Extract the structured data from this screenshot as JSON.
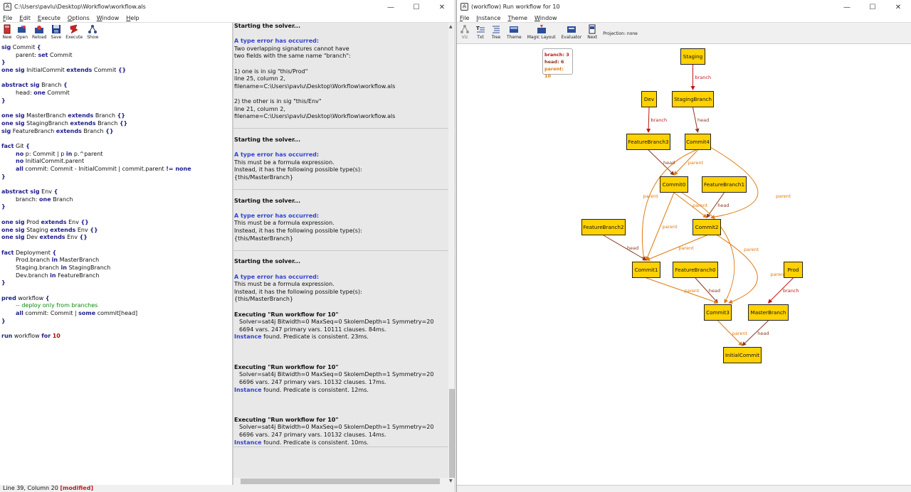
{
  "editor": {
    "title": "C:\\Users\\pavlu\\Desktop\\Workflow\\workflow.als",
    "menu": [
      "File",
      "Edit",
      "Execute",
      "Options",
      "Window",
      "Help"
    ],
    "toolbar": [
      "New",
      "Open",
      "Reload",
      "Save",
      "Execute",
      "Show"
    ],
    "status": "Line 39, Column 20",
    "status_modified": "[modified]"
  },
  "window_controls": {
    "minimize": "—",
    "maximize": "☐",
    "close": "✕"
  },
  "code_lines": [
    [
      {
        "k": "kw",
        "t": "sig"
      },
      {
        "k": "",
        "t": " Commit "
      },
      {
        "k": "kw",
        "t": "{"
      }
    ],
    [
      {
        "k": "ind",
        "t": ""
      },
      {
        "k": "",
        "t": "parent: "
      },
      {
        "k": "kw",
        "t": "set"
      },
      {
        "k": "",
        "t": " Commit"
      }
    ],
    [
      {
        "k": "kw",
        "t": "}"
      }
    ],
    [
      {
        "k": "kw",
        "t": "one sig"
      },
      {
        "k": "",
        "t": " InitialCommit "
      },
      {
        "k": "kw",
        "t": "extends"
      },
      {
        "k": "",
        "t": " Commit "
      },
      {
        "k": "kw",
        "t": "{}"
      }
    ],
    [],
    [
      {
        "k": "kw",
        "t": "abstract sig"
      },
      {
        "k": "",
        "t": " Branch "
      },
      {
        "k": "kw",
        "t": "{"
      }
    ],
    [
      {
        "k": "ind",
        "t": ""
      },
      {
        "k": "",
        "t": "head: "
      },
      {
        "k": "kw",
        "t": "one"
      },
      {
        "k": "",
        "t": " Commit"
      }
    ],
    [
      {
        "k": "kw",
        "t": "}"
      }
    ],
    [],
    [
      {
        "k": "kw",
        "t": "one sig"
      },
      {
        "k": "",
        "t": " MasterBranch "
      },
      {
        "k": "kw",
        "t": "extends"
      },
      {
        "k": "",
        "t": " Branch "
      },
      {
        "k": "kw",
        "t": "{}"
      }
    ],
    [
      {
        "k": "kw",
        "t": "one sig"
      },
      {
        "k": "",
        "t": " StagingBranch "
      },
      {
        "k": "kw",
        "t": "extends"
      },
      {
        "k": "",
        "t": " Branch "
      },
      {
        "k": "kw",
        "t": "{}"
      }
    ],
    [
      {
        "k": "kw",
        "t": "sig"
      },
      {
        "k": "",
        "t": " FeatureBranch "
      },
      {
        "k": "kw",
        "t": "extends"
      },
      {
        "k": "",
        "t": " Branch "
      },
      {
        "k": "kw",
        "t": "{}"
      }
    ],
    [],
    [
      {
        "k": "kw",
        "t": "fact"
      },
      {
        "k": "",
        "t": " Git "
      },
      {
        "k": "kw",
        "t": "{"
      }
    ],
    [
      {
        "k": "ind",
        "t": ""
      },
      {
        "k": "kw",
        "t": "no"
      },
      {
        "k": "",
        "t": " p: Commit | p "
      },
      {
        "k": "kw",
        "t": "in"
      },
      {
        "k": "",
        "t": " p.^parent"
      }
    ],
    [
      {
        "k": "ind",
        "t": ""
      },
      {
        "k": "kw",
        "t": "no"
      },
      {
        "k": "",
        "t": " InitialCommit.parent"
      }
    ],
    [
      {
        "k": "ind",
        "t": ""
      },
      {
        "k": "kw",
        "t": "all"
      },
      {
        "k": "",
        "t": " commit: Commit - InitialCommit | commit.parent "
      },
      {
        "k": "kw",
        "t": "!= none"
      }
    ],
    [
      {
        "k": "kw",
        "t": "}"
      }
    ],
    [],
    [
      {
        "k": "kw",
        "t": "abstract sig"
      },
      {
        "k": "",
        "t": " Env "
      },
      {
        "k": "kw",
        "t": "{"
      }
    ],
    [
      {
        "k": "ind",
        "t": ""
      },
      {
        "k": "",
        "t": "branch: "
      },
      {
        "k": "kw",
        "t": "one"
      },
      {
        "k": "",
        "t": " Branch"
      }
    ],
    [
      {
        "k": "kw",
        "t": "}"
      }
    ],
    [],
    [
      {
        "k": "kw",
        "t": "one sig"
      },
      {
        "k": "",
        "t": " Prod "
      },
      {
        "k": "kw",
        "t": "extends"
      },
      {
        "k": "",
        "t": " Env "
      },
      {
        "k": "kw",
        "t": "{}"
      }
    ],
    [
      {
        "k": "kw",
        "t": "one sig"
      },
      {
        "k": "",
        "t": " Staging "
      },
      {
        "k": "kw",
        "t": "extends"
      },
      {
        "k": "",
        "t": " Env "
      },
      {
        "k": "kw",
        "t": "{}"
      }
    ],
    [
      {
        "k": "kw",
        "t": "one sig"
      },
      {
        "k": "",
        "t": " Dev "
      },
      {
        "k": "kw",
        "t": "extends"
      },
      {
        "k": "",
        "t": " Env "
      },
      {
        "k": "kw",
        "t": "{}"
      }
    ],
    [],
    [
      {
        "k": "kw",
        "t": "fact"
      },
      {
        "k": "",
        "t": " Deployment "
      },
      {
        "k": "kw",
        "t": "{"
      }
    ],
    [
      {
        "k": "ind",
        "t": ""
      },
      {
        "k": "",
        "t": "Prod.branch "
      },
      {
        "k": "kw",
        "t": "in"
      },
      {
        "k": "",
        "t": " MasterBranch"
      }
    ],
    [
      {
        "k": "ind",
        "t": ""
      },
      {
        "k": "",
        "t": "Staging.branch "
      },
      {
        "k": "kw",
        "t": "in"
      },
      {
        "k": "",
        "t": " StagingBranch"
      }
    ],
    [
      {
        "k": "ind",
        "t": ""
      },
      {
        "k": "",
        "t": "Dev.branch "
      },
      {
        "k": "kw",
        "t": "in"
      },
      {
        "k": "",
        "t": " FeatureBranch"
      }
    ],
    [
      {
        "k": "kw",
        "t": "}"
      }
    ],
    [],
    [
      {
        "k": "kw",
        "t": "pred"
      },
      {
        "k": "",
        "t": " workflow "
      },
      {
        "k": "kw",
        "t": "{"
      }
    ],
    [
      {
        "k": "ind",
        "t": ""
      },
      {
        "k": "cm",
        "t": "-- deploy only from branches"
      }
    ],
    [
      {
        "k": "ind",
        "t": ""
      },
      {
        "k": "kw",
        "t": "all"
      },
      {
        "k": "",
        "t": " commit: Commit | "
      },
      {
        "k": "kw",
        "t": "some"
      },
      {
        "k": "",
        "t": " commit[head]"
      }
    ],
    [
      {
        "k": "kw",
        "t": "}"
      }
    ],
    [],
    [
      {
        "k": "kw",
        "t": "run"
      },
      {
        "k": "",
        "t": " workflow "
      },
      {
        "k": "kw",
        "t": "for"
      },
      {
        "k": "",
        "t": " "
      },
      {
        "k": "num",
        "t": "10"
      }
    ]
  ],
  "log_blocks": [
    [
      [
        {
          "k": "b",
          "t": "Starting the solver..."
        }
      ],
      [],
      [
        {
          "k": "err",
          "t": "A type error has occurred:"
        }
      ],
      [
        {
          "k": "",
          "t": "Two overlapping signatures cannot have"
        }
      ],
      [
        {
          "k": "",
          "t": "two fields with the same name \"branch\":"
        }
      ],
      [],
      [
        {
          "k": "",
          "t": "1) one is in sig \"this/Prod\""
        }
      ],
      [
        {
          "k": "",
          "t": "line 25, column 2,"
        }
      ],
      [
        {
          "k": "",
          "t": "filename=C:\\Users\\pavlu\\Desktop\\Workflow\\workflow.als"
        }
      ],
      [],
      [
        {
          "k": "",
          "t": "2) the other is in sig \"this/Env\""
        }
      ],
      [
        {
          "k": "",
          "t": "line 21, column 2,"
        }
      ],
      [
        {
          "k": "",
          "t": "filename=C:\\Users\\pavlu\\Desktop\\Workflow\\workflow.als"
        }
      ],
      []
    ],
    [
      [],
      [
        {
          "k": "b",
          "t": "Starting the solver..."
        }
      ],
      [],
      [
        {
          "k": "err",
          "t": "A type error has occurred:"
        }
      ],
      [
        {
          "k": "",
          "t": "This must be a formula expression."
        }
      ],
      [
        {
          "k": "",
          "t": "Instead, it has the following possible type(s):"
        }
      ],
      [
        {
          "k": "",
          "t": "{this/MasterBranch}"
        }
      ],
      []
    ],
    [
      [],
      [
        {
          "k": "b",
          "t": "Starting the solver..."
        }
      ],
      [],
      [
        {
          "k": "err",
          "t": "A type error has occurred:"
        }
      ],
      [
        {
          "k": "",
          "t": "This must be a formula expression."
        }
      ],
      [
        {
          "k": "",
          "t": "Instead, it has the following possible type(s):"
        }
      ],
      [
        {
          "k": "",
          "t": "{this/MasterBranch}"
        }
      ],
      []
    ],
    [
      [],
      [
        {
          "k": "b",
          "t": "Starting the solver..."
        }
      ],
      [],
      [
        {
          "k": "err",
          "t": "A type error has occurred:"
        }
      ],
      [
        {
          "k": "",
          "t": "This must be a formula expression."
        }
      ],
      [
        {
          "k": "",
          "t": "Instead, it has the following possible type(s):"
        }
      ],
      [
        {
          "k": "",
          "t": "{this/MasterBranch}"
        }
      ],
      [],
      [
        {
          "k": "b",
          "t": "Executing \"Run workflow for 10\""
        }
      ],
      [
        {
          "k": "in",
          "t": "Solver=sat4j Bitwidth=0 MaxSeq=0 SkolemDepth=1 Symmetry=20"
        }
      ],
      [
        {
          "k": "in",
          "t": "6694 vars. 247 primary vars. 10111 clauses. 84ms."
        }
      ],
      [
        {
          "k": "lnk",
          "t": "Instance"
        },
        {
          "k": "",
          "t": " found. Predicate is consistent. 23ms."
        }
      ],
      [],
      [],
      [],
      [
        {
          "k": "b",
          "t": "Executing \"Run workflow for 10\""
        }
      ],
      [
        {
          "k": "in",
          "t": "Solver=sat4j Bitwidth=0 MaxSeq=0 SkolemDepth=1 Symmetry=20"
        }
      ],
      [
        {
          "k": "in",
          "t": "6696 vars. 247 primary vars. 10132 clauses. 17ms."
        }
      ],
      [
        {
          "k": "lnk",
          "t": "Instance"
        },
        {
          "k": "",
          "t": " found. Predicate is consistent. 12ms."
        }
      ],
      [],
      [],
      [],
      [
        {
          "k": "b",
          "t": "Executing \"Run workflow for 10\""
        }
      ],
      [
        {
          "k": "in",
          "t": "Solver=sat4j Bitwidth=0 MaxSeq=0 SkolemDepth=1 Symmetry=20"
        }
      ],
      [
        {
          "k": "in",
          "t": "6696 vars. 247 primary vars. 10132 clauses. 14ms."
        }
      ],
      [
        {
          "k": "lnk",
          "t": "Instance"
        },
        {
          "k": "",
          "t": " found. Predicate is consistent. 10ms."
        }
      ]
    ]
  ],
  "viz": {
    "title": "(workflow) Run workflow for 10",
    "menu": [
      "File",
      "Instance",
      "Theme",
      "Window"
    ],
    "toolbar": [
      "Viz",
      "Txt",
      "Tree",
      "Theme",
      "Magic Layout",
      "Evaluator",
      "Next"
    ],
    "projection": "Projection: none",
    "legend": [
      {
        "label": "branch: 3",
        "color": "#c01515"
      },
      {
        "label": "head: 6",
        "color": "#8a3a22"
      },
      {
        "label": "parent: 10",
        "color": "#e07a10"
      }
    ],
    "nodes": {
      "staging": "Staging",
      "staging_branch": "StagingBranch",
      "dev": "Dev",
      "feature_branch3": "FeatureBranch3",
      "commit4": "Commit4",
      "commit0": "Commit0",
      "feature_branch1": "FeatureBranch1",
      "feature_branch2": "FeatureBranch2",
      "commit2": "Commit2",
      "commit1": "Commit1",
      "feature_branch0": "FeatureBranch0",
      "prod": "Prod",
      "commit3": "Commit3",
      "master_branch": "MasterBranch",
      "initial_commit": "InitialCommit"
    },
    "edges": [
      {
        "from": "staging",
        "to": "staging_branch",
        "label": "branch"
      },
      {
        "from": "dev",
        "to": "feature_branch3",
        "label": "branch"
      },
      {
        "from": "staging_branch",
        "to": "commit4",
        "label": "head"
      },
      {
        "from": "feature_branch3",
        "to": "commit0",
        "label": "head"
      },
      {
        "from": "commit4",
        "to": "commit0",
        "label": "parent"
      },
      {
        "from": "commit4",
        "to": "commit2",
        "label": "parent"
      },
      {
        "from": "commit4",
        "to": "commit1",
        "label": "parent"
      },
      {
        "from": "feature_branch1",
        "to": "commit2",
        "label": "head"
      },
      {
        "from": "commit0",
        "to": "commit2",
        "label": "parent"
      },
      {
        "from": "commit0",
        "to": "commit1",
        "label": "parent"
      },
      {
        "from": "commit0",
        "to": "commit3",
        "label": "parent"
      },
      {
        "from": "commit2",
        "to": "commit1",
        "label": "parent"
      },
      {
        "from": "commit2",
        "to": "commit3",
        "label": "parent"
      },
      {
        "from": "feature_branch2",
        "to": "commit1",
        "label": "head"
      },
      {
        "from": "feature_branch0",
        "to": "commit3",
        "label": "head"
      },
      {
        "from": "commit1",
        "to": "commit3",
        "label": "parent"
      },
      {
        "from": "prod",
        "to": "master_branch",
        "label": "branch"
      },
      {
        "from": "master_branch",
        "to": "initial_commit",
        "label": "head"
      },
      {
        "from": "commit3",
        "to": "initial_commit",
        "label": "parent"
      }
    ]
  },
  "colors": {
    "node_fill": "#ffd200",
    "branch": "#c01515",
    "head": "#8a3a22",
    "parent": "#e07a10",
    "keyword": "#1d1d8a",
    "comment": "#0a8a0a",
    "error": "#3344cc"
  }
}
